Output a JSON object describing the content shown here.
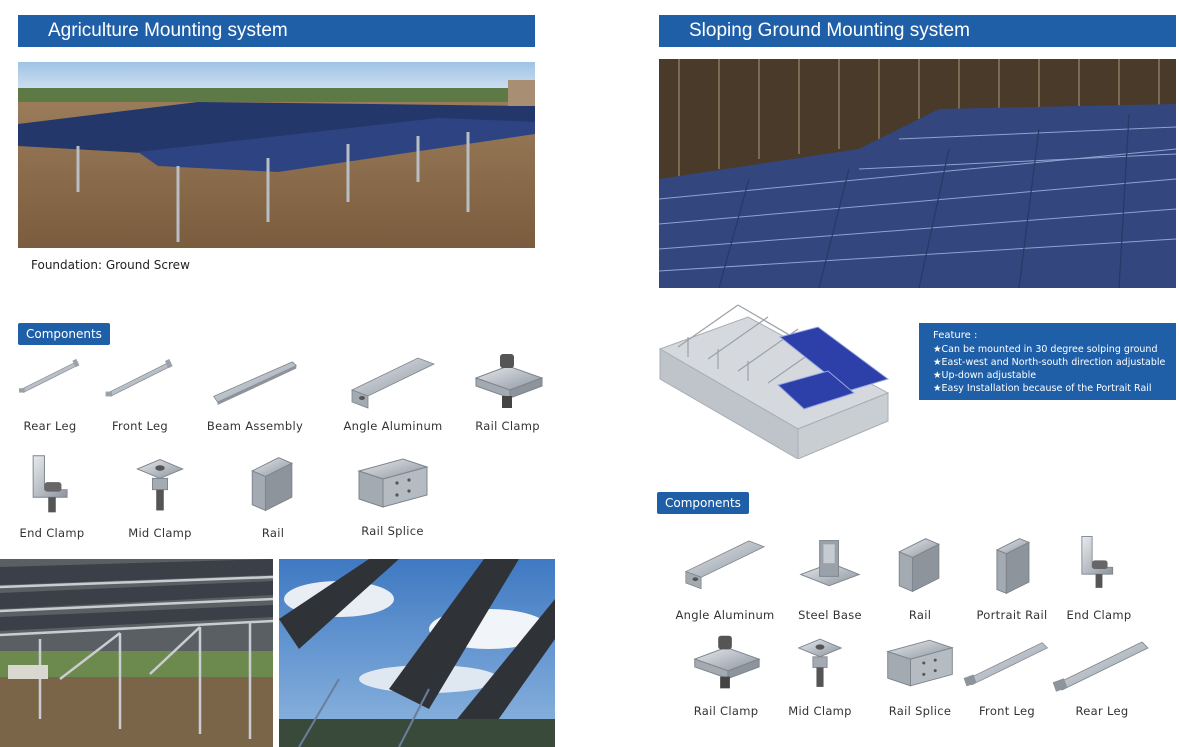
{
  "left": {
    "title": "Agriculture Mounting system",
    "foundation": "Foundation: Ground Screw",
    "components_label": "Components",
    "components": [
      {
        "label": "Rear Leg",
        "icon": "rear-leg-icon"
      },
      {
        "label": "Front Leg",
        "icon": "front-leg-icon"
      },
      {
        "label": "Beam Assembly",
        "icon": "beam-assembly-icon"
      },
      {
        "label": "Angle Aluminum",
        "icon": "angle-aluminum-icon"
      },
      {
        "label": "Rail Clamp",
        "icon": "rail-clamp-icon"
      },
      {
        "label": "End Clamp",
        "icon": "end-clamp-icon"
      },
      {
        "label": "Mid Clamp",
        "icon": "mid-clamp-icon"
      },
      {
        "label": "Rail",
        "icon": "rail-icon"
      },
      {
        "label": "Rail Splice",
        "icon": "rail-splice-icon"
      }
    ]
  },
  "right": {
    "title": "Sloping Ground Mounting system",
    "feature": {
      "heading": "Feature :",
      "items": [
        "★Can be mounted in 30 degree solping ground",
        "★East-west and North-south direction adjustable",
        "★Up-down adjustable",
        "★Easy Installation because of the Portrait Rail"
      ]
    },
    "components_label": "Components",
    "components": [
      {
        "label": "Angle Aluminum",
        "icon": "angle-aluminum-icon"
      },
      {
        "label": "Steel Base",
        "icon": "steel-base-icon"
      },
      {
        "label": "Rail",
        "icon": "rail-icon"
      },
      {
        "label": "Portrait Rail",
        "icon": "portrait-rail-icon"
      },
      {
        "label": "End Clamp",
        "icon": "end-clamp-icon"
      },
      {
        "label": "Rail  Clamp",
        "icon": "rail-clamp-icon"
      },
      {
        "label": "Mid Clamp",
        "icon": "mid-clamp-icon"
      },
      {
        "label": "Rail Splice",
        "icon": "rail-splice-icon"
      },
      {
        "label": "Front Leg",
        "icon": "front-leg-icon"
      },
      {
        "label": "Rear Leg",
        "icon": "rear-leg-icon"
      }
    ]
  },
  "colors": {
    "accent": "#1f5fa8",
    "panel": "#2b3f7a",
    "sky": "#8fb7e0"
  }
}
